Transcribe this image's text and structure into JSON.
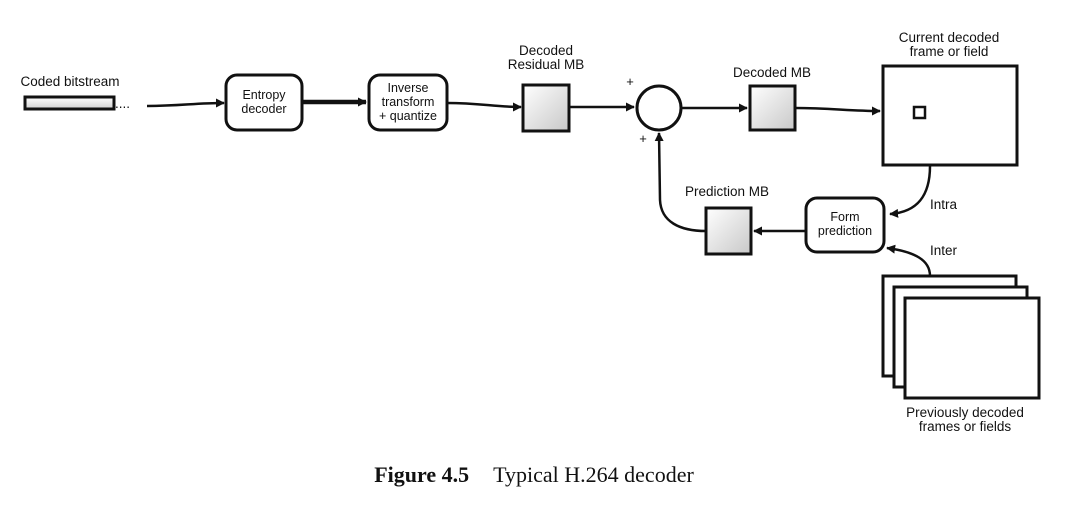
{
  "diagram": {
    "labels": {
      "coded_bitstream": "Coded bitstream",
      "ellipsis": "....",
      "entropy_decoder": [
        "Entropy",
        "decoder"
      ],
      "inverse_transform": [
        "Inverse",
        "transform",
        "+ quantize"
      ],
      "decoded_residual_mb": [
        "Decoded",
        "Residual MB"
      ],
      "decoded_mb": "Decoded MB",
      "current_decoded_frame": [
        "Current decoded",
        "frame or field"
      ],
      "prediction_mb": "Prediction MB",
      "form_prediction": [
        "Form",
        "prediction"
      ],
      "intra": "Intra",
      "inter": "Inter",
      "previously_decoded": [
        "Previously decoded",
        "frames or fields"
      ],
      "plus_top": "+",
      "plus_bottom": "+"
    },
    "caption": {
      "number": "Figure 4.5",
      "title": "Typical H.264 decoder"
    }
  }
}
